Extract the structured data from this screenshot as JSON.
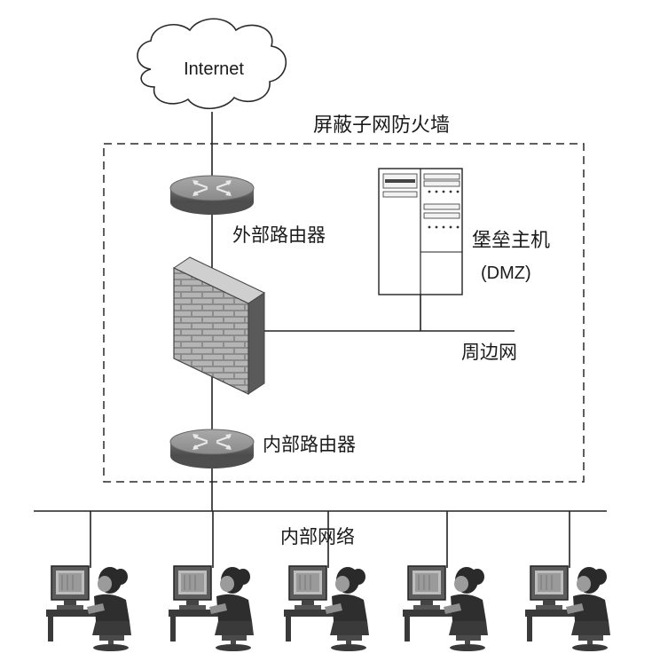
{
  "internet": {
    "label": "Internet"
  },
  "firewall_zone": {
    "label": "屏蔽子网防火墙"
  },
  "outer_router": {
    "label": "外部路由器"
  },
  "inner_router": {
    "label": "内部路由器"
  },
  "bastion": {
    "label": "堡垒主机",
    "sublabel": "(DMZ)"
  },
  "perimeter": {
    "label": "周边网"
  },
  "internal": {
    "label": "内部网络"
  },
  "workstations": [
    {
      "id": 1
    },
    {
      "id": 2
    },
    {
      "id": 3
    },
    {
      "id": 4
    },
    {
      "id": 5
    }
  ]
}
